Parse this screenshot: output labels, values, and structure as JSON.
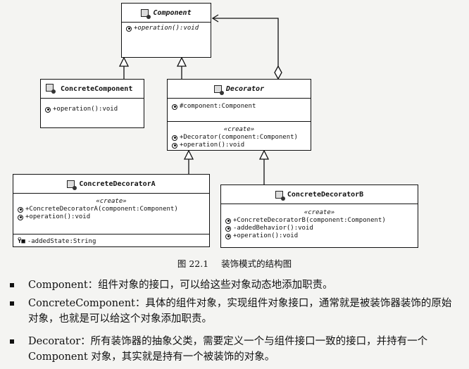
{
  "diagram": {
    "classes": {
      "component": {
        "name": "Component",
        "ops": [
          "+operation():void"
        ]
      },
      "concrete_component": {
        "name": "ConcreteComponent",
        "ops": [
          "+operation():void"
        ]
      },
      "decorator": {
        "name": "Decorator",
        "attrs": [
          "#component:Component"
        ],
        "stereotype": "«create»",
        "ops": [
          "+Decorator(component:Component)",
          "+operation():void"
        ]
      },
      "concrete_decorator_a": {
        "name": "ConcreteDecoratorA",
        "stereotype": "«create»",
        "ops": [
          "+ConcreteDecoratorA(component:Component)",
          "+operation():void"
        ],
        "attrs": [
          "-addedState:String"
        ]
      },
      "concrete_decorator_b": {
        "name": "ConcreteDecoratorB",
        "stereotype": "«create»",
        "ops": [
          "+ConcreteDecoratorB(component:Component)",
          "-addedBehavior():void",
          "+operation():void"
        ]
      }
    }
  },
  "caption": {
    "number": "图 22.1",
    "text": "装饰模式的结构图"
  },
  "bullets": [
    {
      "text": "Component：组件对象的接口，可以给这些对象动态地添加职责。"
    },
    {
      "text": "ConcreteComponent：具体的组件对象，实现组件对象接口，通常就是被装饰器装饰的原始对象，也就是可以给这个对象添加职责。"
    },
    {
      "text": "Decorator：所有装饰器的抽象父类，需要定义一个与组件接口一致的接口，并持有一个 Component 对象，其实就是持有一个被装饰的对象。"
    }
  ]
}
